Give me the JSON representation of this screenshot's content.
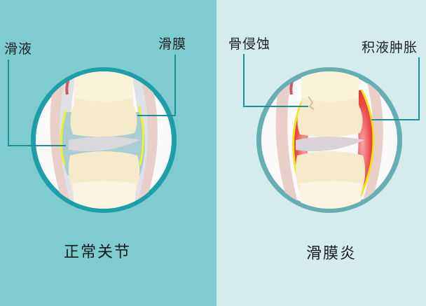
{
  "figure": {
    "panels": [
      {
        "title": "正常关节",
        "background": "#7ecbd0",
        "ring_color": "#1e9ea6",
        "callouts": [
          {
            "label": "滑液",
            "side": "left"
          },
          {
            "label": "滑膜",
            "side": "right"
          }
        ]
      },
      {
        "title": "滑膜炎",
        "background": "#d4ecee",
        "ring_color": "#67aeb2",
        "callouts": [
          {
            "label": "骨侵蚀",
            "side": "left"
          },
          {
            "label": "积液肿胀",
            "side": "right"
          }
        ]
      }
    ],
    "colors": {
      "bone": "#f5ebcb",
      "synovial_fluid": "#a9cdd3",
      "synovium_normal": "#e8f230",
      "inflamed_tissue": "#e83a3a",
      "callout_line": "#1e8f96"
    }
  }
}
